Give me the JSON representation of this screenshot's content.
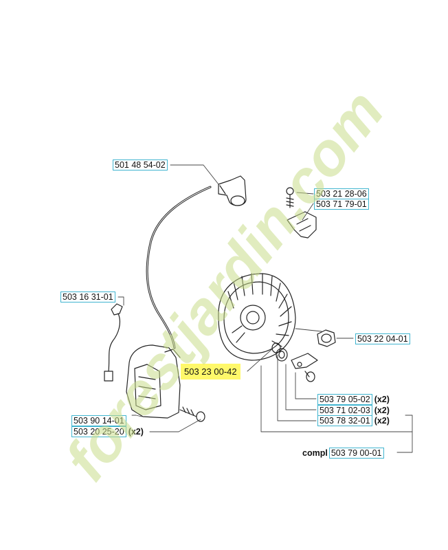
{
  "watermark": "forestjardin.com",
  "parts": [
    {
      "id": "ignition-lead",
      "number": "501 48 54-02",
      "qty": ""
    },
    {
      "id": "screw-small",
      "number": "503 21 28-06",
      "qty": ""
    },
    {
      "id": "switch-plate",
      "number": "503 71 79-01",
      "qty": ""
    },
    {
      "id": "cable-clip",
      "number": "503 16 31-01",
      "qty": ""
    },
    {
      "id": "nut",
      "number": "503 22 04-01",
      "qty": ""
    },
    {
      "id": "flywheel",
      "number": "503 23 00-42",
      "qty": ""
    },
    {
      "id": "pawl",
      "number": "503 79 05-02",
      "qty": "(x2)"
    },
    {
      "id": "pawl-bolt",
      "number": "503 71 02-03",
      "qty": "(x2)"
    },
    {
      "id": "spring-washer",
      "number": "503 78 32-01",
      "qty": "(x2)"
    },
    {
      "id": "ignition-module",
      "number": "503 90 14-01",
      "qty": ""
    },
    {
      "id": "module-screw",
      "number": "503 20 25-20",
      "qty": "(x2)"
    }
  ],
  "complete_assembly": {
    "word": "compl",
    "number": "503 79 00-01"
  },
  "colors": {
    "label_border": "#3fb4cf",
    "highlight": "#fff86a",
    "watermark_green": "#c9dd8a",
    "watermark_gray": "#cfc3b8"
  }
}
